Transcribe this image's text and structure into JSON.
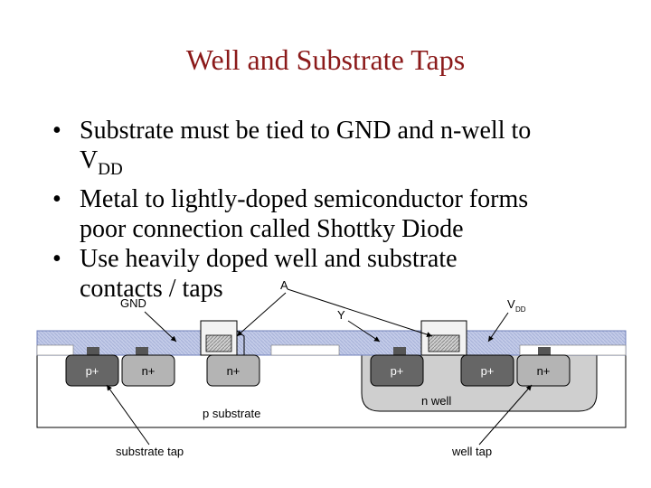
{
  "title": "Well and Substrate Taps",
  "bullets": [
    {
      "line1": "Substrate must be tied to GND and n-well to",
      "line2_main": "V",
      "line2_sub": "DD"
    },
    {
      "line1": "Metal to lightly-doped semiconductor forms",
      "line2": "poor connection called Shottky Diode"
    },
    {
      "line1": "Use heavily doped well and substrate",
      "line2": "contacts / taps"
    }
  ],
  "diagram": {
    "labels": {
      "gnd": "GND",
      "a": "A",
      "y": "Y",
      "vdd_main": "V",
      "vdd_sub": "DD",
      "p_substrate": "p substrate",
      "n_well": "n well",
      "substrate_tap": "substrate tap",
      "well_tap": "well tap"
    },
    "diffusions": [
      {
        "label": "p+",
        "type": "p"
      },
      {
        "label": "n+",
        "type": "n"
      },
      {
        "label": "n+",
        "type": "n"
      },
      {
        "label": "p+",
        "type": "p"
      },
      {
        "label": "p+",
        "type": "p"
      },
      {
        "label": "n+",
        "type": "n"
      }
    ],
    "colors": {
      "metal": "#c3cbe8",
      "p_diffusion": "#666666",
      "n_diffusion": "#b4b4b4",
      "n_well": "#cfcfcf",
      "oxide": "#ffffff"
    }
  }
}
